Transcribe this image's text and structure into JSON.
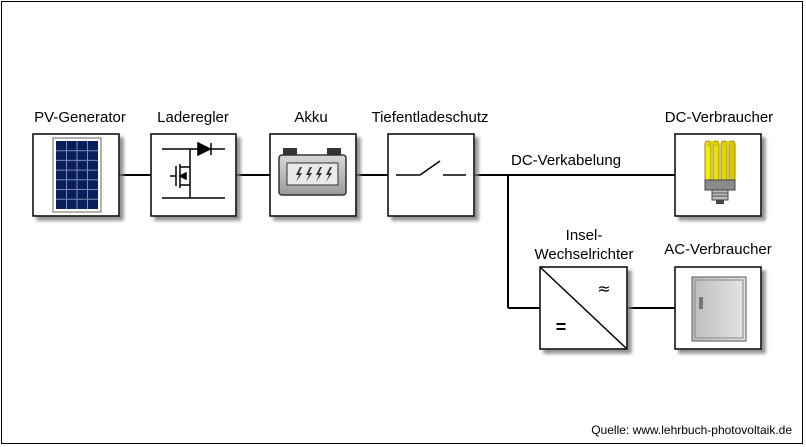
{
  "labels": {
    "pv_generator": "PV-Generator",
    "laderegler": "Laderegler",
    "akku": "Akku",
    "tiefentladeschutz": "Tiefentladeschutz",
    "dc_verbraucher": "DC-Verbraucher",
    "dc_verkabelung": "DC-Verkabelung",
    "inselwechselrichter_line1": "Insel-",
    "inselwechselrichter_line2": "Wechselrichter",
    "ac_verbraucher": "AC-Verbraucher",
    "inverter_ac_symbol": "≈",
    "inverter_dc_symbol": "="
  },
  "source": "Quelle: www.lehrbuch-photovoltaik.de"
}
